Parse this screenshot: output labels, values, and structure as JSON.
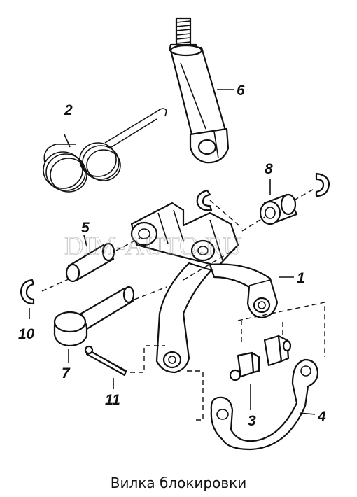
{
  "caption": "Вилка блокировки",
  "watermark": "DIM-AUTO.RU",
  "part_labels": {
    "p1": "1",
    "p2": "2",
    "p3": "3",
    "p4": "4",
    "p5": "5",
    "p6": "6",
    "p7": "7",
    "p8": "8",
    "p10": "10",
    "p11": "11"
  }
}
